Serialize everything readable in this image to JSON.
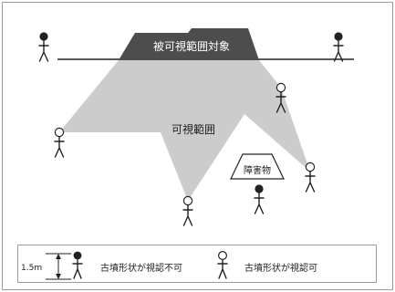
{
  "diagram": {
    "target_label": "被可視範囲対象",
    "visible_area_label": "可視範囲",
    "obstacle_label": "障害物",
    "legend": {
      "height_label": "1.5m",
      "not_visible_label": "古墳形状が視認不可",
      "visible_label": "古墳形状が視認可"
    },
    "colors": {
      "target_fill": "#4d4d4d",
      "visible_area_fill": "#cccccc",
      "figure_stroke": "#222222",
      "frame_stroke": "#9a9a9a"
    }
  }
}
